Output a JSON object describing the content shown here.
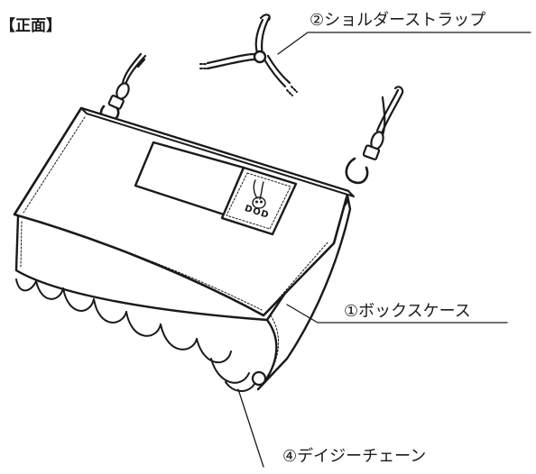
{
  "diagram": {
    "heading": "【正面】",
    "callouts": {
      "shoulder_strap": "②ショルダーストラップ",
      "box_case": "①ボックスケース",
      "daisy_chain": "④デイジーチェーン"
    },
    "logo": {
      "brand": "DOD",
      "emblem": "rabbit-icon"
    },
    "colors": {
      "line": "#1a1a1a",
      "fill": "#ffffff"
    }
  }
}
